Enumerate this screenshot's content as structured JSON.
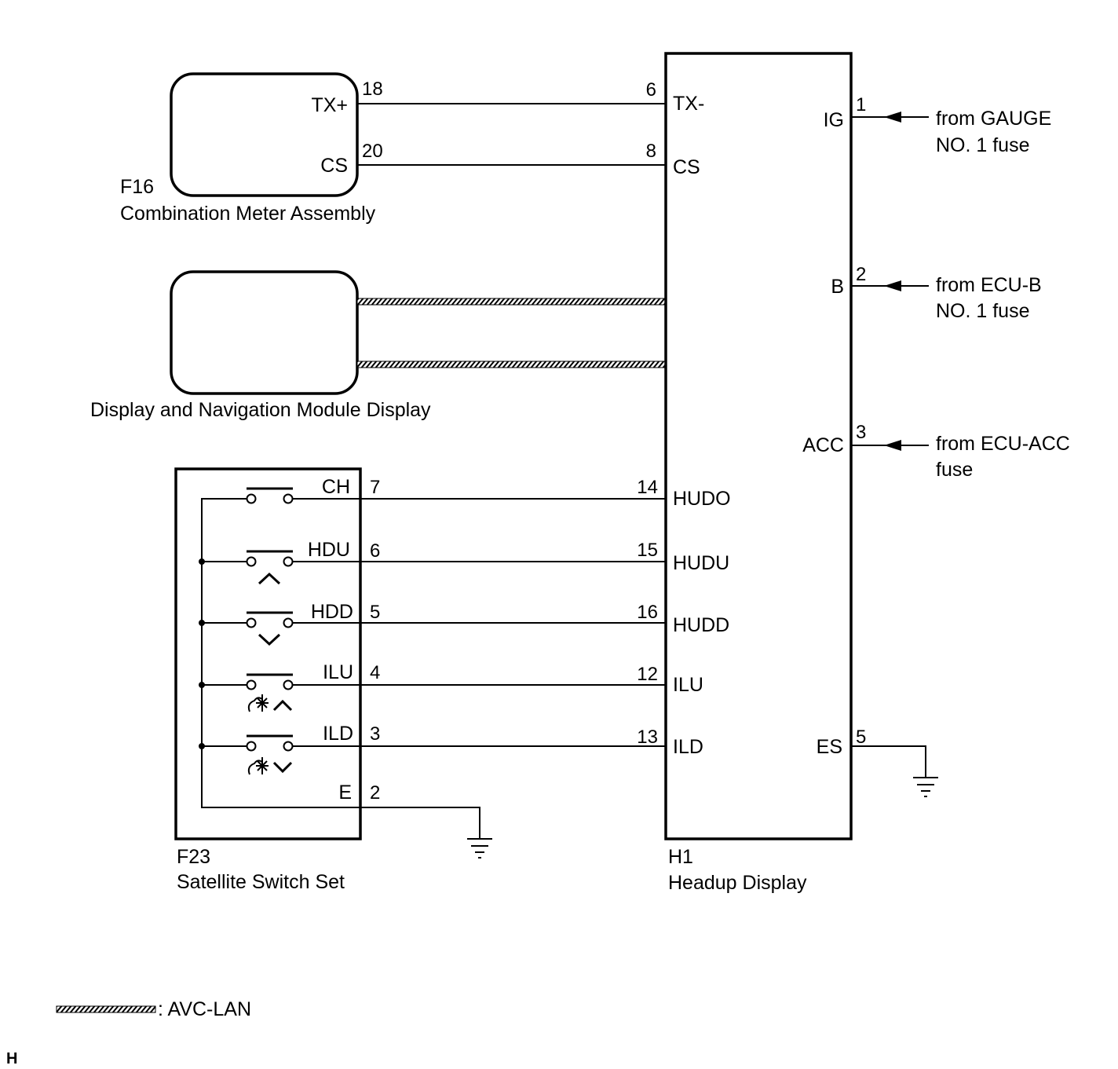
{
  "combination_meter": {
    "code": "F16",
    "name": "Combination Meter Assembly",
    "pins": [
      {
        "label": "TX+",
        "number": "18"
      },
      {
        "label": "CS",
        "number": "20"
      }
    ]
  },
  "navigation_module": {
    "name": "Display and Navigation Module Display"
  },
  "satellite_switch": {
    "code": "F23",
    "name": "Satellite Switch Set",
    "switches": [
      {
        "label": "CH",
        "number": "7"
      },
      {
        "label": "HDU",
        "number": "6"
      },
      {
        "label": "HDD",
        "number": "5"
      },
      {
        "label": "ILU",
        "number": "4"
      },
      {
        "label": "ILD",
        "number": "3"
      }
    ],
    "ground": {
      "label": "E",
      "number": "2"
    }
  },
  "headup_display": {
    "code": "H1",
    "name": "Headup Display",
    "left_pins": [
      {
        "number": "6",
        "label": "TX-"
      },
      {
        "number": "8",
        "label": "CS"
      },
      {
        "number": "14",
        "label": "HUDO"
      },
      {
        "number": "15",
        "label": "HUDU"
      },
      {
        "number": "16",
        "label": "HUDD"
      },
      {
        "number": "12",
        "label": "ILU"
      },
      {
        "number": "13",
        "label": "ILD"
      }
    ],
    "right_pins": [
      {
        "label": "IG",
        "number": "1"
      },
      {
        "label": "B",
        "number": "2"
      },
      {
        "label": "ACC",
        "number": "3"
      },
      {
        "label": "ES",
        "number": "5"
      }
    ]
  },
  "power_sources": [
    {
      "line1": "from GAUGE",
      "line2": "NO. 1 fuse"
    },
    {
      "line1": "from ECU-B",
      "line2": "NO. 1 fuse"
    },
    {
      "line1": "from ECU-ACC",
      "line2": "fuse"
    }
  ],
  "legend": {
    "label": ": AVC-LAN"
  },
  "corner_mark": "H"
}
